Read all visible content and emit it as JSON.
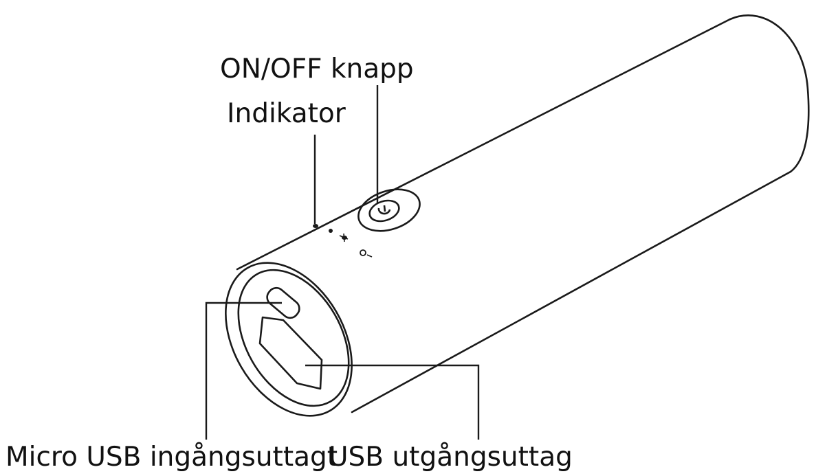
{
  "labels": {
    "power_button": "ON/OFF knapp",
    "indicator": "Indikator",
    "micro_usb_input": "Micro USB ingångsuttagt",
    "usb_output": "USB utgångsuttag"
  },
  "colors": {
    "line": "#1a1a1a",
    "text": "#111111",
    "background": "#ffffff"
  },
  "icons": {
    "power": "power-icon",
    "led_dots": "indicator-led-icon"
  }
}
